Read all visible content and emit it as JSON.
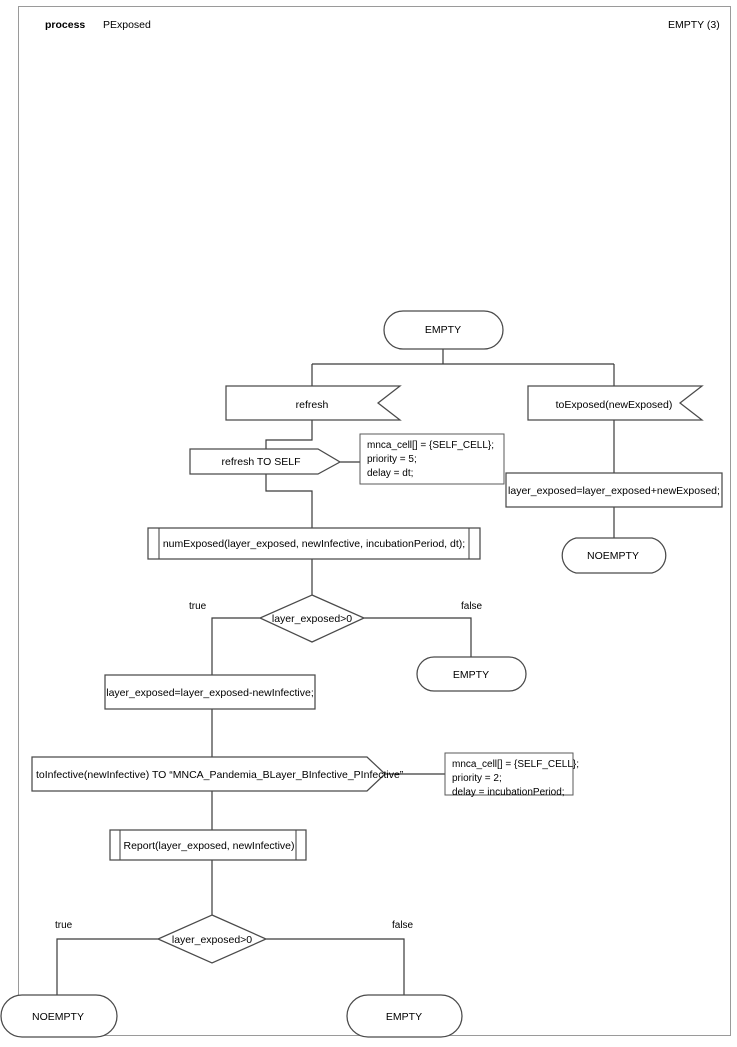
{
  "header": {
    "kind_label": "process",
    "process_name": "PExposed",
    "right_label": "EMPTY (3)"
  },
  "diagram": {
    "type": "flowchart",
    "title": "PExposed",
    "nodes": [
      {
        "id": "start",
        "shape": "terminator",
        "label": "EMPTY"
      },
      {
        "id": "recv_refresh",
        "shape": "receive-signal",
        "label": "refresh"
      },
      {
        "id": "recv_exposed",
        "shape": "receive-signal",
        "label": "toExposed(newExposed)"
      },
      {
        "id": "send_refresh",
        "shape": "send-signal",
        "label": "refresh TO SELF"
      },
      {
        "id": "note1",
        "shape": "note",
        "label": "mnca_cell[] = {SELF_CELL};\npriority = 5;\ndelay = dt;"
      },
      {
        "id": "assign1",
        "shape": "process",
        "label": "layer_exposed=layer_exposed+newExposed;"
      },
      {
        "id": "end_noempty1",
        "shape": "terminator",
        "label": "NOEMPTY"
      },
      {
        "id": "numexposed",
        "shape": "predefined-process",
        "label": "numExposed(layer_exposed, newInfective, incubationPeriod, dt);"
      },
      {
        "id": "dec1",
        "shape": "decision",
        "label": "layer_exposed>0"
      },
      {
        "id": "end_empty1",
        "shape": "terminator",
        "label": "EMPTY"
      },
      {
        "id": "assign2",
        "shape": "process",
        "label": "layer_exposed=layer_exposed-newInfective;"
      },
      {
        "id": "send_inf",
        "shape": "send-signal",
        "label": "toInfective(newInfective) TO “MNCA_Pandemia_BLayer_BInfective_PInfective”"
      },
      {
        "id": "note2",
        "shape": "note",
        "label": "mnca_cell[] = {SELF_CELL};\npriority = 2;\ndelay = incubationPeriod;"
      },
      {
        "id": "report",
        "shape": "predefined-process",
        "label": "Report(layer_exposed, newInfective)"
      },
      {
        "id": "dec2",
        "shape": "decision",
        "label": "layer_exposed>0"
      },
      {
        "id": "end_noempty2",
        "shape": "terminator",
        "label": "NOEMPTY"
      },
      {
        "id": "end_empty2",
        "shape": "terminator",
        "label": "EMPTY"
      }
    ],
    "edge_labels": {
      "dec1_true": "true",
      "dec1_false": "false",
      "dec2_true": "true",
      "dec2_false": "false"
    }
  },
  "nodes": {
    "start": {
      "label": "EMPTY"
    },
    "recv_refresh": {
      "label": "refresh"
    },
    "recv_exposed": {
      "label": "toExposed(newExposed)"
    },
    "send_refresh": {
      "label": "refresh TO SELF"
    },
    "note1": {
      "line1": "mnca_cell[] = {SELF_CELL};",
      "line2": "priority = 5;",
      "line3": "delay = dt;"
    },
    "assign1": {
      "label": "layer_exposed=layer_exposed+newExposed;"
    },
    "end_noempty1": {
      "label": "NOEMPTY"
    },
    "numexposed": {
      "label": "numExposed(layer_exposed, newInfective, incubationPeriod, dt);"
    },
    "dec1": {
      "label": "layer_exposed>0",
      "true_label": "true",
      "false_label": "false"
    },
    "end_empty1": {
      "label": "EMPTY"
    },
    "assign2": {
      "label": "layer_exposed=layer_exposed-newInfective;"
    },
    "send_inf": {
      "label": "toInfective(newInfective) TO “MNCA_Pandemia_BLayer_BInfective_PInfective”"
    },
    "note2": {
      "line1": "mnca_cell[] = {SELF_CELL};",
      "line2": "priority = 2;",
      "line3": "delay = incubationPeriod;"
    },
    "report": {
      "label": "Report(layer_exposed, newInfective)"
    },
    "dec2": {
      "label": "layer_exposed>0",
      "true_label": "true",
      "false_label": "false"
    },
    "end_noempty2": {
      "label": "NOEMPTY"
    },
    "end_empty2": {
      "label": "EMPTY"
    }
  },
  "colors": {
    "background": "#ffffff",
    "shape_stroke": "#4a4a4a",
    "edge_stroke": "#3a3a3a",
    "frame_stroke": "#9a9a9a",
    "text": "#000000"
  }
}
